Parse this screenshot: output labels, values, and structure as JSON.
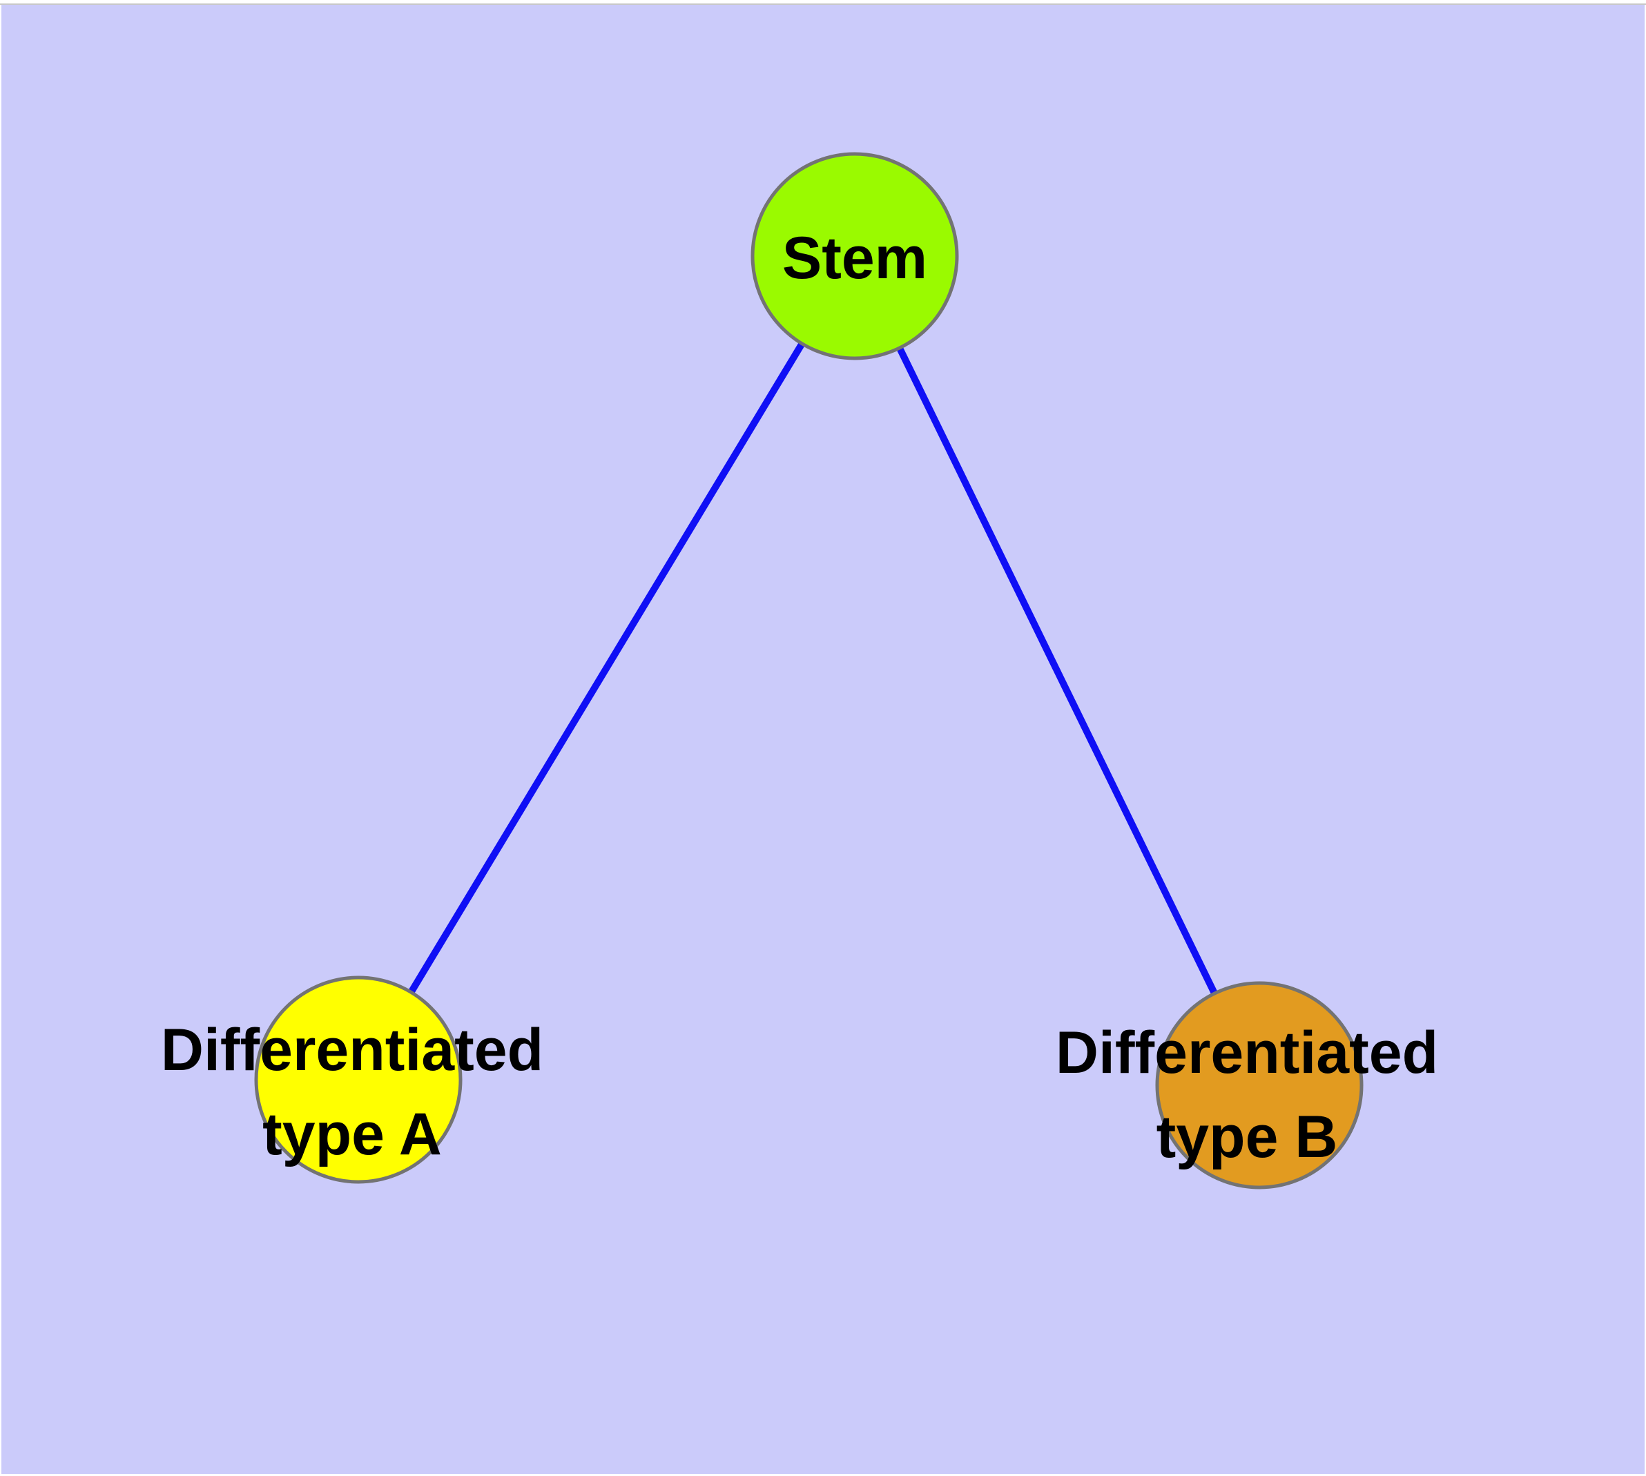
{
  "diagram": {
    "type": "graph",
    "description_visible_text_only": true
  },
  "colors": {
    "background": "#CBCBFA",
    "outer_margin": "#FFFFFF",
    "top_divider": "#C8C8C8",
    "edge": "#0F0FF5",
    "node_border": "#737373",
    "label_text": "#000000"
  },
  "nodes": [
    {
      "id": "stem",
      "label": "Stem",
      "color": "#9AFA00"
    },
    {
      "id": "type-a",
      "label_line1": "Differentiated",
      "label_line2": "type A",
      "color": "#FFFF00"
    },
    {
      "id": "type-b",
      "label_line1": "Differentiated",
      "label_line2": "type B",
      "color": "#E29B20"
    }
  ],
  "edges": [
    {
      "from": "Stem",
      "to": "Differentiated type A"
    },
    {
      "from": "Stem",
      "to": "Differentiated type B"
    }
  ]
}
